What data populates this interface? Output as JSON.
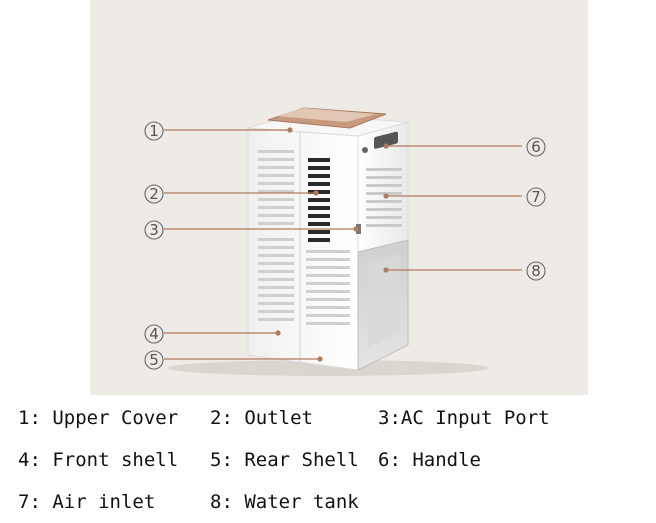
{
  "callouts": [
    {
      "num": "1",
      "label": "Upper Cover"
    },
    {
      "num": "2",
      "label": "Outlet"
    },
    {
      "num": "3",
      "label": "AC Input Port"
    },
    {
      "num": "4",
      "label": "Front shell"
    },
    {
      "num": "5",
      "label": "Rear Shell"
    },
    {
      "num": "6",
      "label": "Handle"
    },
    {
      "num": "7",
      "label": "Air inlet"
    },
    {
      "num": "8",
      "label": "Water tank"
    }
  ],
  "legend": [
    "1: Upper Cover",
    "2: Outlet",
    "3:AC Input Port",
    "4: Front shell",
    "5: Rear Shell",
    "6: Handle",
    "7: Air inlet",
    "8: Water tank"
  ],
  "colors": {
    "background": "#eeebe6",
    "leader": "#b07a5c",
    "body": "#ffffff"
  }
}
